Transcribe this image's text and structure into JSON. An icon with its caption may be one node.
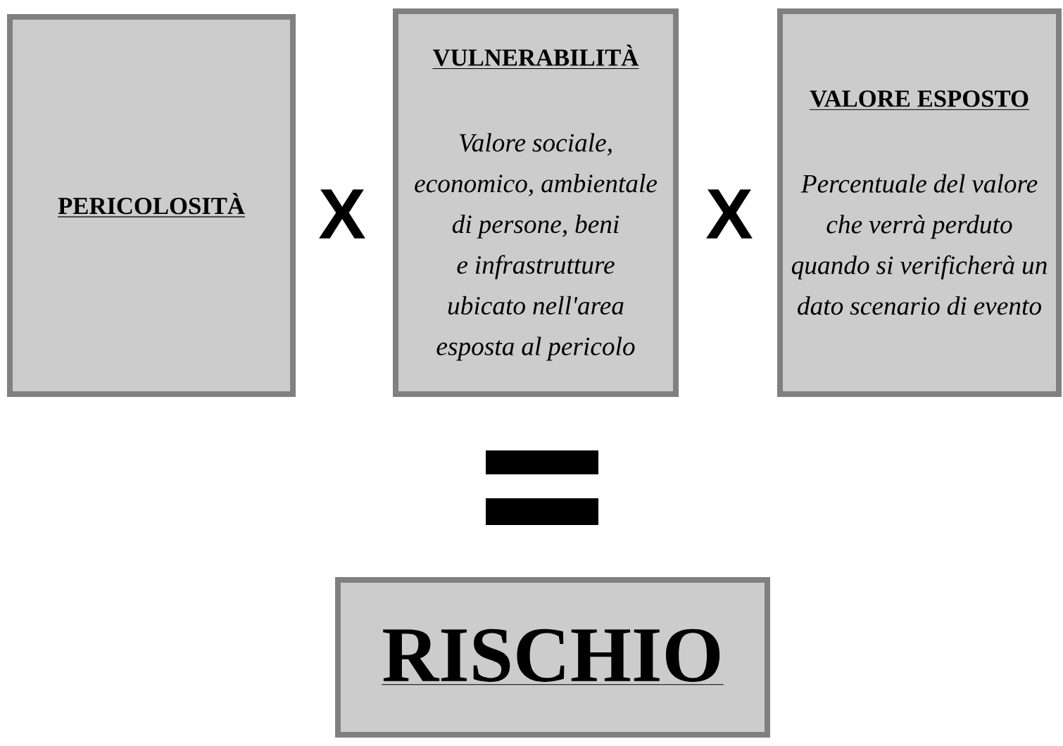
{
  "diagram": {
    "nodes": [
      {
        "text": [
          "PERICOLOSITÀ"
        ]
      },
      {
        "text": [
          "VULNERABILITÀ",
          "Valore sociale, economico, ambientale di persone, beni e infrastrutture ubicato nell'area esposta al pericolo"
        ]
      },
      {
        "text": [
          "VALORE ESPOSTO",
          "Percentuale del valore che verrà perduto quando si verificherà un dato scenario di evento"
        ]
      },
      {
        "text": [
          "RISCHIO"
        ]
      }
    ],
    "labels": [
      "X",
      "X"
    ]
  }
}
